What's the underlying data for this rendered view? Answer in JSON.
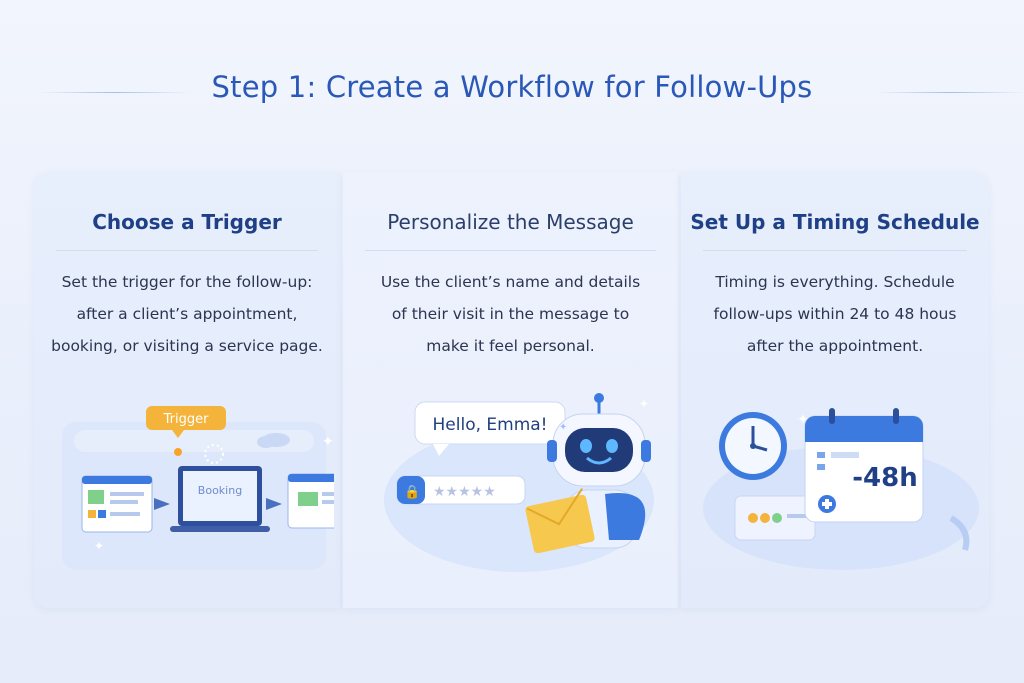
{
  "title": "Step 1: Create a Workflow for Follow-Ups",
  "cards": [
    {
      "heading": "Choose a Trigger",
      "lines": [
        "Set the trigger for the follow-up:",
        "after a client’s appointment,",
        "booking, or visiting a service page."
      ],
      "illustration": {
        "badge": "Trigger",
        "laptop_label": "Booking"
      }
    },
    {
      "heading": "Personalize the Message",
      "lines": [
        "Use the client’s name and details",
        "of their visit in the message to",
        "make it feel personal."
      ],
      "illustration": {
        "bubble": "Hello, Emma!",
        "stars": "★★★★★"
      }
    },
    {
      "heading": "Set Up a Timing Schedule",
      "lines": [
        "Timing is everything. Schedule",
        "follow-ups within 24 to 48 hous",
        "after the appointment."
      ],
      "illustration": {
        "calendar_value": "-48h"
      }
    }
  ],
  "colors": {
    "title": "#2a58b8",
    "heading": "#1f3f86",
    "accent_orange": "#f4b33a",
    "accent_blue": "#3d7ae0"
  }
}
